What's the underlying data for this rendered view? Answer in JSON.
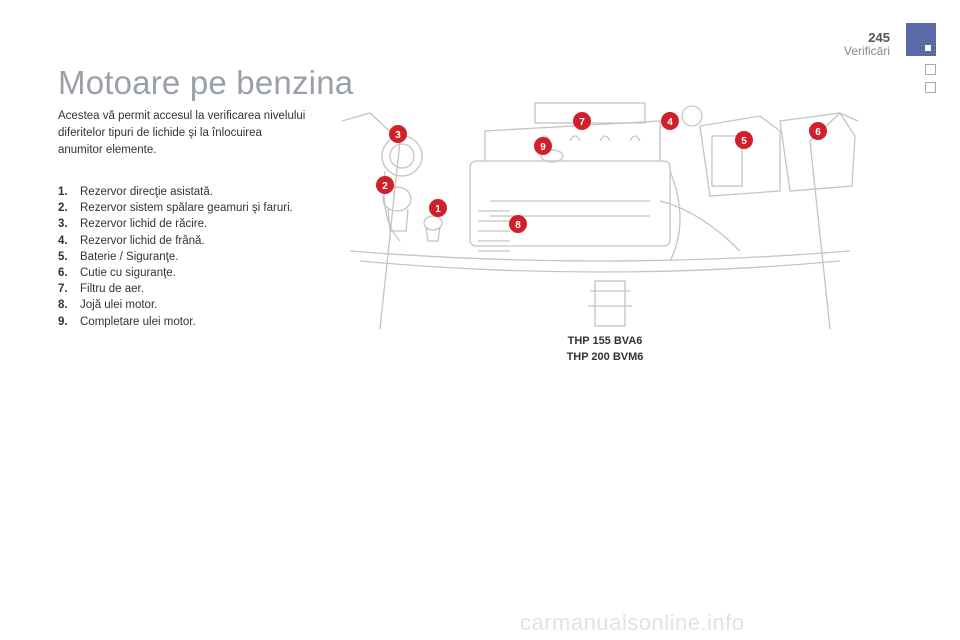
{
  "header": {
    "page_number": "245",
    "section": "Verificări"
  },
  "title": "Motoare pe benzina",
  "intro": "Acestea vă permit accesul la verificarea nivelului diferitelor tipuri de lichide şi la înlocuirea anumitor elemente.",
  "items": [
    {
      "num": "1.",
      "label": "Rezervor direcţie asistată."
    },
    {
      "num": "2.",
      "label": "Rezervor sistem spălare geamuri şi faruri."
    },
    {
      "num": "3.",
      "label": "Rezervor lichid de răcire."
    },
    {
      "num": "4.",
      "label": "Rezervor lichid de frână."
    },
    {
      "num": "5.",
      "label": "Baterie / Siguranţe."
    },
    {
      "num": "6.",
      "label": "Cutie cu siguranţe."
    },
    {
      "num": "7.",
      "label": "Filtru de aer."
    },
    {
      "num": "8.",
      "label": "Jojă ulei motor."
    },
    {
      "num": "9.",
      "label": "Completare ulei motor."
    }
  ],
  "figure": {
    "markers": [
      "1",
      "2",
      "3",
      "4",
      "5",
      "6",
      "7",
      "8",
      "9"
    ],
    "marker_color": "#d0202a"
  },
  "models": [
    "THP 155 BVA6",
    "THP 200 BVM6"
  ],
  "watermark": "carmanualsonline.info"
}
